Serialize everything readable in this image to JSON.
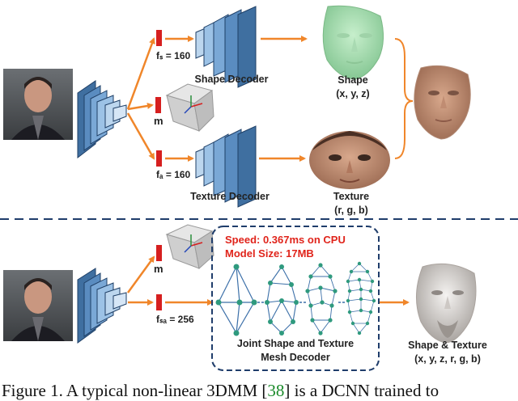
{
  "top": {
    "fs_label": "fₛ = 160",
    "m_label": "m",
    "fa_label": "fₐ = 160",
    "shape_decoder_label": "Shape Decoder",
    "texture_decoder_label": "Texture Decoder",
    "shape_label": "Shape",
    "shape_coords": "(x, y, z)",
    "texture_label": "Texture",
    "texture_coords": "(r, g, b)"
  },
  "bottom": {
    "m_label": "m",
    "fsa_label": "fₛₐ = 256",
    "speed_text": "Speed: 0.367ms on CPU",
    "model_size_text": "Model Size: 17MB",
    "decoder_line1": "Joint Shape and Texture",
    "decoder_line2": "Mesh Decoder",
    "output_label": "Shape & Texture",
    "output_coords": "(x, y, z, r, g, b)"
  },
  "caption": {
    "prefix": "Figure 1. A typical non-linear 3DMM [",
    "ref": "38",
    "suffix": "] is a DCNN trained to"
  },
  "colors": {
    "arrow": "#f0862a",
    "latent": "#d61f1f",
    "dashed_line": "#1f3d6b",
    "mesh_node": "#2f9a7e",
    "mesh_edge": "#3b6fa8",
    "highlight": "#e0241b"
  }
}
